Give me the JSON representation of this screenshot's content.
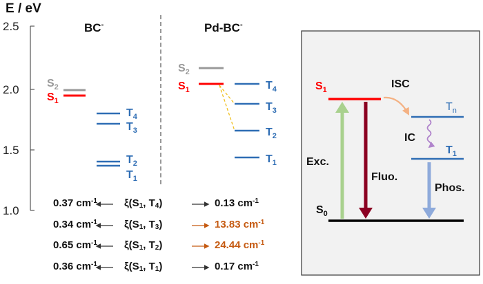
{
  "axis": {
    "title": "E / eV",
    "ticks": [
      "2.5",
      "2.0",
      "1.5",
      "1.0"
    ]
  },
  "panels": {
    "bc": {
      "title_base": "BC",
      "title_sup": "-",
      "labels": {
        "S2": "S",
        "S2_sub": "2",
        "S1": "S",
        "S1_sub": "1",
        "T4": "T",
        "T4_sub": "4",
        "T3": "T",
        "T3_sub": "3",
        "T2": "T",
        "T2_sub": "2",
        "T1": "T",
        "T1_sub": "1"
      }
    },
    "pdbc": {
      "title_base": "Pd-BC",
      "title_sup": "-",
      "labels": {
        "S2": "S",
        "S2_sub": "2",
        "S1": "S",
        "S1_sub": "1",
        "T4": "T",
        "T4_sub": "4",
        "T3": "T",
        "T3_sub": "3",
        "T2": "T",
        "T2_sub": "2",
        "T1": "T",
        "T1_sub": "1"
      }
    }
  },
  "soc_table": [
    {
      "left": "0.37 cm",
      "left_sup": "-1",
      "xi": "ξ(S",
      "xi_sub": "1",
      "xi_t": ", T",
      "xi_t_sub": "4",
      "xi_end": ")",
      "right": "0.13 cm",
      "right_sup": "-1",
      "highlight": false
    },
    {
      "left": "0.34 cm",
      "left_sup": "-1",
      "xi": "ξ(S",
      "xi_sub": "1",
      "xi_t": ", T",
      "xi_t_sub": "3",
      "xi_end": ")",
      "right": "13.83 cm",
      "right_sup": "-1",
      "highlight": true
    },
    {
      "left": "0.65 cm",
      "left_sup": "-1",
      "xi": "ξ(S",
      "xi_sub": "1",
      "xi_t": ", T",
      "xi_t_sub": "2",
      "xi_end": ")",
      "right": "24.44 cm",
      "right_sup": "-1",
      "highlight": true
    },
    {
      "left": "0.36 cm",
      "left_sup": "-1",
      "xi": "ξ(S",
      "xi_sub": "1",
      "xi_t": ", T",
      "xi_t_sub": "1",
      "xi_end": ")",
      "right": "0.17 cm",
      "right_sup": "-1",
      "highlight": false
    }
  ],
  "jablonski": {
    "S1": "S",
    "S1_sub": "1",
    "S0": "S",
    "S0_sub": "0",
    "Tn": "T",
    "Tn_sub": "n",
    "T1": "T",
    "T1_sub": "1",
    "isc": "ISC",
    "ic": "IC",
    "exc": "Exc.",
    "fluo": "Fluo.",
    "phos": "Phos."
  },
  "colors": {
    "singlet": "#ff0000",
    "s2": "#999999",
    "triplet": "#2e6db4",
    "highlight": "#c55a11",
    "dashed": "#f0c020",
    "exc": "#a9d18e",
    "fluo": "#8b0022",
    "phos": "#8eaadb",
    "isc": "#f4b183",
    "ic": "#b084cc",
    "box_bg": "#f2f2f2"
  }
}
